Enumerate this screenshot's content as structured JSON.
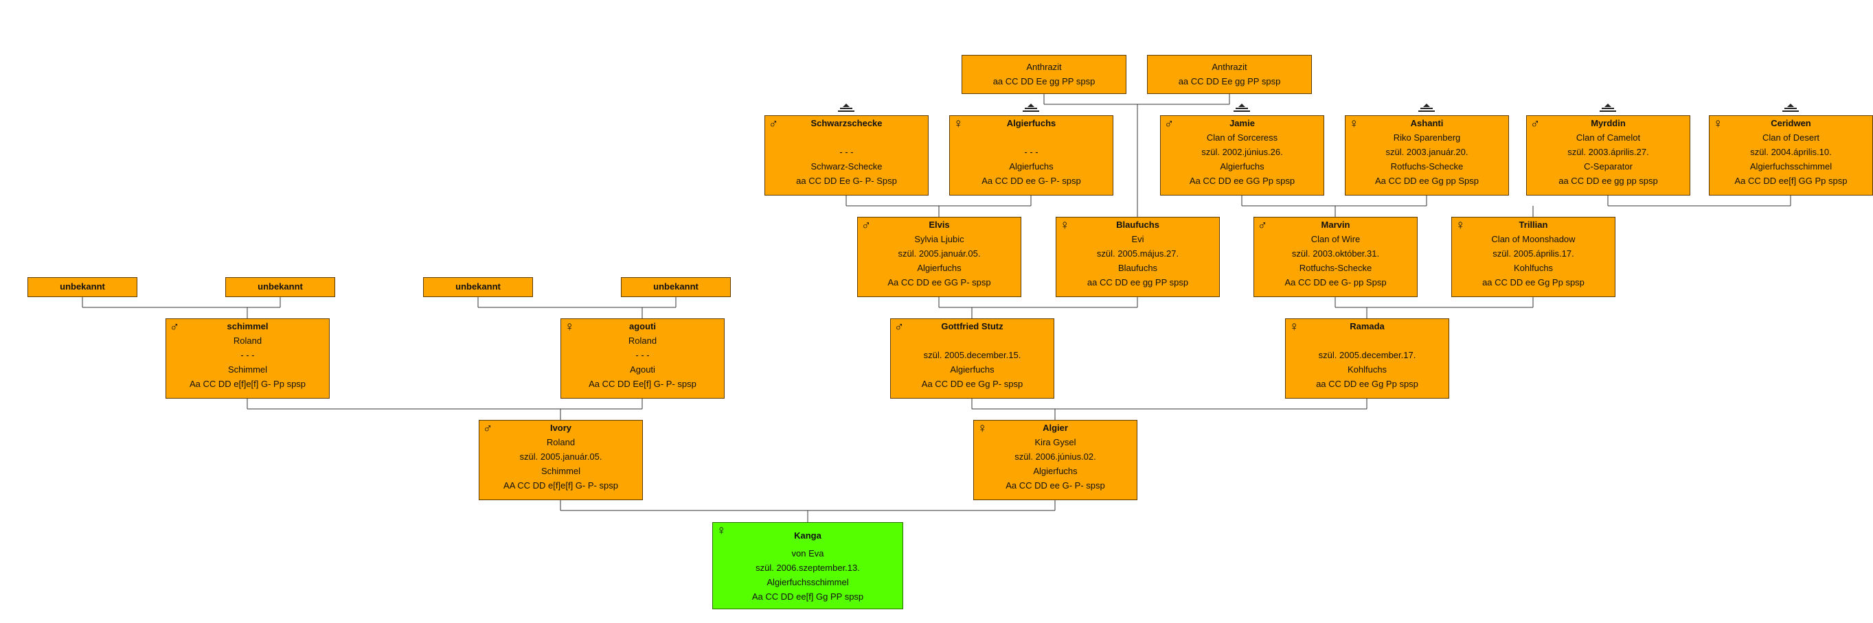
{
  "sex_symbols": {
    "male": "♂",
    "female": "♀"
  },
  "colors": {
    "node_fill": "#ffa500",
    "root_fill": "#55ff00",
    "connector": "#333333"
  },
  "nodes": {
    "kanga": {
      "sex": "female",
      "name": "Kanga",
      "lines": [
        "von Eva",
        "szül. 2006.szeptember.13.",
        "Algierfuchsschimmel",
        "Aa CC DD ee[f] Gg PP spsp"
      ]
    },
    "ivory": {
      "sex": "male",
      "name": "Ivory",
      "lines": [
        "Roland",
        "szül. 2005.január.05.",
        "Schimmel",
        "AA CC DD e[f]e[f] G- P- spsp"
      ]
    },
    "algier": {
      "sex": "female",
      "name": "Algier",
      "lines": [
        "Kira Gysel",
        "szül. 2006.június.02.",
        "Algierfuchs",
        "Aa CC DD ee G- P- spsp"
      ]
    },
    "schimmel": {
      "sex": "male",
      "name": "schimmel",
      "lines": [
        "Roland",
        "- - -",
        "Schimmel",
        "Aa CC DD e[f]e[f] G- Pp spsp"
      ]
    },
    "agouti": {
      "sex": "female",
      "name": "agouti",
      "lines": [
        "Roland",
        "- - -",
        "Agouti",
        "Aa CC DD Ee[f] G- P- spsp"
      ]
    },
    "gottfried": {
      "sex": "male",
      "name": "Gottfried Stutz",
      "lines": [
        "",
        "szül. 2005.december.15.",
        "Algierfuchs",
        "Aa CC DD ee Gg P- spsp"
      ]
    },
    "ramada": {
      "sex": "female",
      "name": "Ramada",
      "lines": [
        "",
        "szül. 2005.december.17.",
        "Kohlfuchs",
        "aa CC DD ee Gg Pp spsp"
      ]
    },
    "unbekannt1": {
      "name": "unbekannt"
    },
    "unbekannt2": {
      "name": "unbekannt"
    },
    "unbekannt3": {
      "name": "unbekannt"
    },
    "unbekannt4": {
      "name": "unbekannt"
    },
    "elvis": {
      "sex": "male",
      "name": "Elvis",
      "lines": [
        "Sylvia Ljubic",
        "szül. 2005.január.05.",
        "Algierfuchs",
        "Aa CC DD ee GG P- spsp"
      ]
    },
    "blaufuchs": {
      "sex": "female",
      "name": "Blaufuchs",
      "lines": [
        "Evi",
        "szül. 2005.május.27.",
        "Blaufuchs",
        "aa CC DD ee gg PP spsp"
      ]
    },
    "marvin": {
      "sex": "male",
      "name": "Marvin",
      "lines": [
        "Clan of Wire",
        "szül. 2003.október.31.",
        "Rotfuchs-Schecke",
        "Aa CC DD ee G- pp Spsp"
      ]
    },
    "trillian": {
      "sex": "female",
      "name": "Trillian",
      "lines": [
        "Clan of Moonshadow",
        "szül. 2005.április.17.",
        "Kohlfuchs",
        "aa CC DD ee Gg Pp spsp"
      ]
    },
    "schwarzschecke": {
      "sex": "male",
      "name": "Schwarzschecke",
      "lines": [
        "",
        "- - -",
        "Schwarz-Schecke",
        "aa CC DD Ee G- P- Spsp"
      ]
    },
    "algierfuchs": {
      "sex": "female",
      "name": "Algierfuchs",
      "lines": [
        "",
        "- - -",
        "Algierfuchs",
        "Aa CC DD ee G- P- spsp"
      ]
    },
    "jamie": {
      "sex": "male",
      "name": "Jamie",
      "lines": [
        "Clan of Sorceress",
        "szül. 2002.június.26.",
        "Algierfuchs",
        "Aa CC DD ee GG Pp spsp"
      ]
    },
    "ashanti": {
      "sex": "female",
      "name": "Ashanti",
      "lines": [
        "Riko Sparenberg",
        "szül. 2003.január.20.",
        "Rotfuchs-Schecke",
        "Aa CC DD ee Gg pp Spsp"
      ]
    },
    "myrddin": {
      "sex": "male",
      "name": "Myrddin",
      "lines": [
        "Clan of Camelot",
        "szül. 2003.április.27.",
        "C-Separator",
        "aa CC DD ee gg pp spsp"
      ]
    },
    "ceridwen": {
      "sex": "female",
      "name": "Ceridwen",
      "lines": [
        "Clan of Desert",
        "szül. 2004.április.10.",
        "Algierfuchsschimmel",
        "Aa CC DD ee[f] GG Pp spsp"
      ]
    },
    "anthrazit1": {
      "name": "",
      "lines": [
        "Anthrazit",
        "aa CC DD Ee gg PP spsp"
      ]
    },
    "anthrazit2": {
      "name": "",
      "lines": [
        "Anthrazit",
        "aa CC DD Ee gg PP spsp"
      ]
    }
  }
}
